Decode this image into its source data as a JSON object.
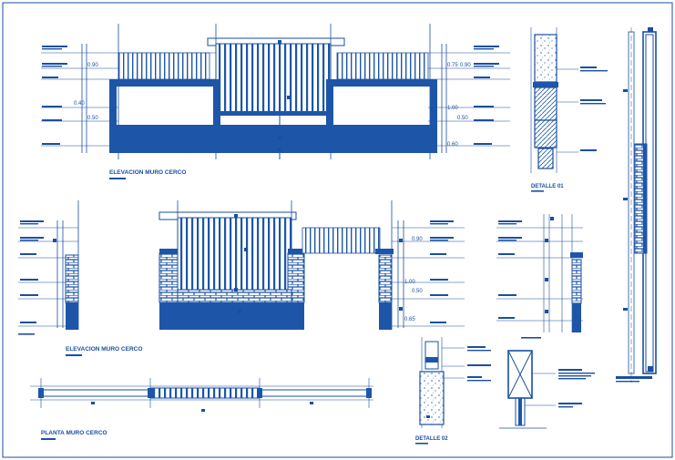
{
  "titles": {
    "elevation_top": "ELEVACION MURO CERCO",
    "elevation_bottom": "ELEVACION MURO CERCO",
    "plan": "PLANTA MURO CERCO",
    "detail_1": "DETALLE 01",
    "detail_2": "DETALLE 02"
  },
  "dimensions_top": {
    "left": [
      "0.90",
      "0.40",
      "0.50"
    ],
    "right": [
      "0.90",
      "1.00",
      "0.50",
      "0.60"
    ],
    "right_small": "0.75"
  },
  "dimensions_bottom": [
    "0.90",
    "1.00",
    "0.50",
    "0.65"
  ],
  "colors": {
    "ink": "#1a4fa0",
    "fill": "#1d56a8",
    "paper": "#ffffff"
  }
}
